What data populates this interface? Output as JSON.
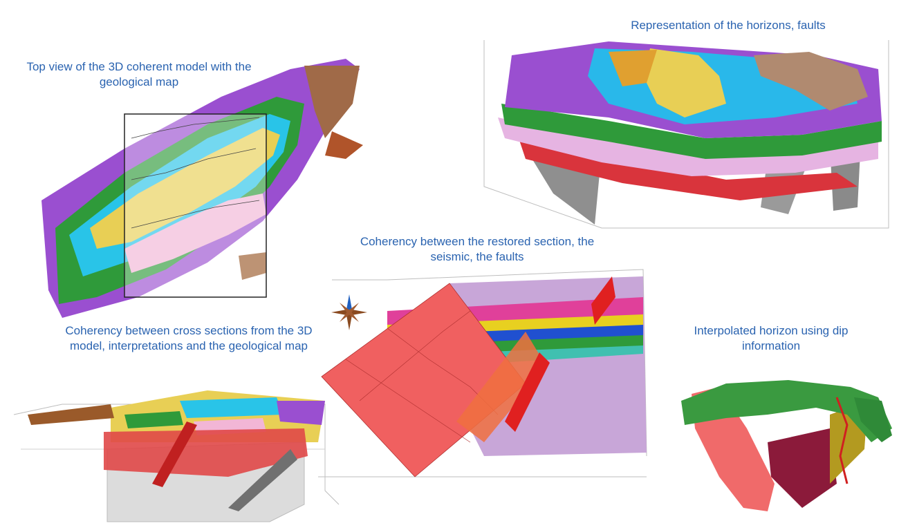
{
  "captions": {
    "top_view": "Top view of the 3D coherent model with the geological map",
    "horizons": "Representation of the horizons, faults",
    "restored": "Coherency between the restored section, the seismic, the faults",
    "cross_sections": "Coherency between cross sections from the 3D model, interpretations and the geological map",
    "interpolated": "Interpolated horizon using dip information"
  },
  "colors": {
    "caption": "#2a63b0",
    "purple": "#9a4fd0",
    "green": "#2f9a3a",
    "cyan": "#29c4e8",
    "yellow": "#e8cf55",
    "pink": "#f2b6d6",
    "brown": "#9a5a2a",
    "red_fault": "#f06060",
    "olive_fault": "#b39a20",
    "grey_fault": "#8a8a8a",
    "seismic": "#c8a6d8"
  },
  "icons": {
    "compass": "compass-rose-icon"
  }
}
